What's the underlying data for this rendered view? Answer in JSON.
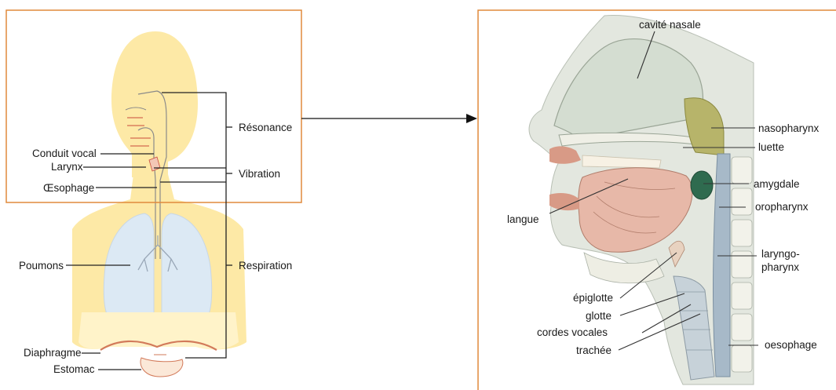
{
  "left_diagram": {
    "labels": {
      "conduit_vocal": "Conduit vocal",
      "larynx": "Larynx",
      "oesophage": "Œsophage",
      "poumons": "Poumons",
      "diaphragme": "Diaphragme",
      "estomac": "Estomac",
      "resonance": "Résonance",
      "vibration": "Vibration",
      "respiration": "Respiration"
    }
  },
  "right_diagram": {
    "labels": {
      "cavite_nasale": "cavité nasale",
      "nasopharynx": "nasopharynx",
      "luette": "luette",
      "amygdale": "amygdale",
      "oropharynx": "oropharynx",
      "laryngo_pharynx_1": "laryngo-",
      "laryngo_pharynx_2": "pharynx",
      "langue": "langue",
      "epiglotte": "épiglotte",
      "glotte": "glotte",
      "cordes_vocales": "cordes vocales",
      "trachee": "trachée",
      "oesophage": "oesophage"
    }
  },
  "colors": {
    "frame_orange": "#e08a3c",
    "body_yellow": "#fde9a6",
    "lung_blue": "#dce9f4",
    "tissue_pink": "#e7b8a8",
    "mucosa_green": "#cfd9c7"
  }
}
